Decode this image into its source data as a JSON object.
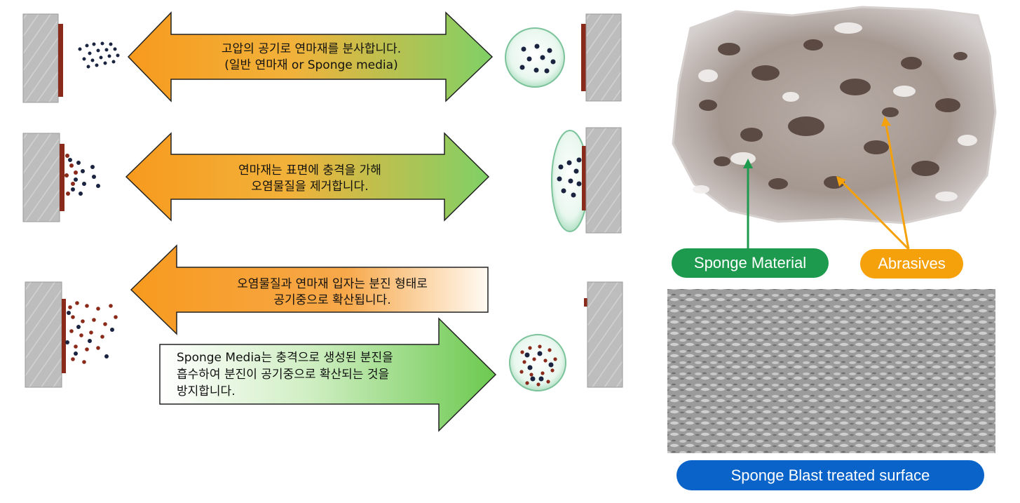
{
  "steps": [
    {
      "line1": "고압의 공기로 연마재를 분사합니다.",
      "line2": "(일반 연마재 or Sponge media)"
    },
    {
      "line1": "연마재는 표면에 충격을 가해",
      "line2": "오염물질을 제거합니다."
    },
    {
      "line1": "오염물질과 연마재 입자는 분진 형태로",
      "line2": "공기중으로 확산됩니다."
    },
    {
      "line1": "Sponge Media는 충격으로 생성된 분진을",
      "line2": "흡수하여 분진이 공기중으로 확산되는 것을",
      "line3": "방지합니다."
    }
  ],
  "labels": {
    "sponge_material": "Sponge Material",
    "abrasives": "Abrasives",
    "treated_surface": "Sponge Blast treated surface"
  },
  "colors": {
    "orange": "#f7a21b",
    "green": "#8fd36d",
    "sponge_material_pill": "#1e9a4e",
    "abrasives_pill": "#f5a10c",
    "treated_surface_pill": "#0a63c9",
    "wall": "#bdbdbd",
    "contaminant": "#8a2a1a",
    "particle": "#1a2440"
  }
}
